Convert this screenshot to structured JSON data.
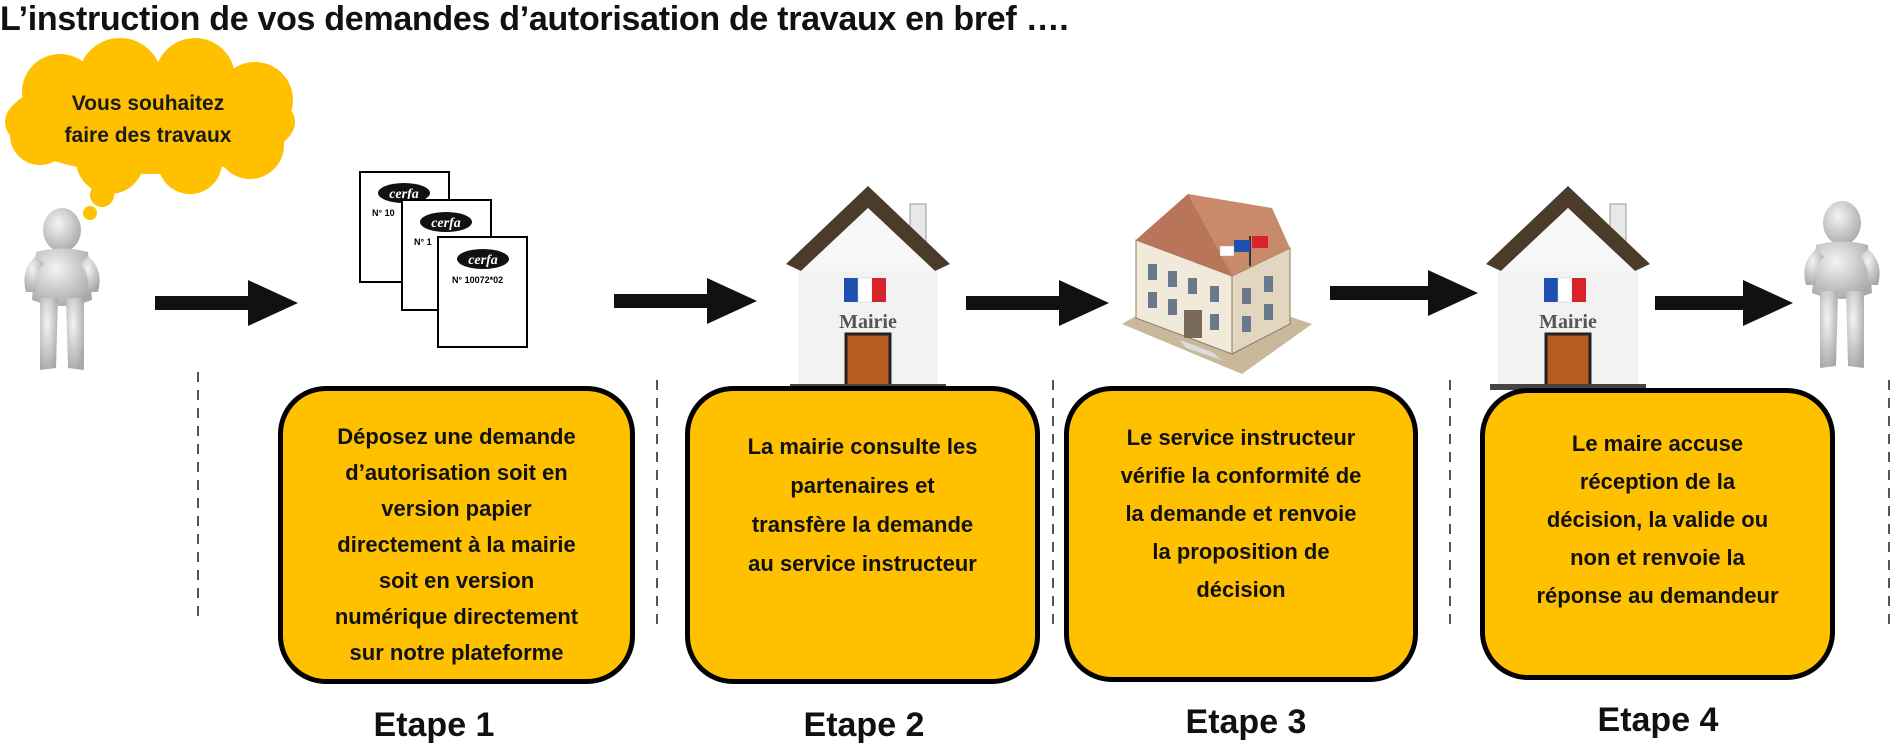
{
  "title": "L’instruction de vos demandes d’autorisation de travaux en bref ….",
  "bubble": {
    "line1": "Vous souhaitez",
    "line2": "faire des travaux"
  },
  "cerfa": {
    "logo": "cerfa",
    "number_partial_1": "N° 10",
    "number_partial_2": "N° 1",
    "number": "N° 10072*02"
  },
  "mairie_label": "Mairie",
  "steps": [
    {
      "label": "Etape 1",
      "lines": [
        "Déposez une demande",
        "d’autorisation soit en",
        "version papier",
        "directement à la mairie",
        "soit en version",
        "numérique directement",
        "sur notre plateforme"
      ]
    },
    {
      "label": "Etape 2",
      "lines": [
        "La mairie consulte les",
        "partenaires et",
        "transfère la demande",
        "au service instructeur"
      ]
    },
    {
      "label": "Etape 3",
      "lines": [
        "Le service instructeur",
        "vérifie la conformité de",
        "la demande et renvoie",
        "la proposition de",
        "décision"
      ]
    },
    {
      "label": "Etape 4",
      "lines": [
        "Le maire accuse",
        "réception de la",
        "décision, la valide ou",
        "non et renvoie la",
        "réponse au demandeur"
      ]
    }
  ],
  "colors": {
    "box_fill": "#ffc000",
    "bubble_fill": "#ffc000",
    "flag_blue": "#1f4fb0",
    "flag_red": "#d8232a",
    "door": "#b85c22"
  }
}
